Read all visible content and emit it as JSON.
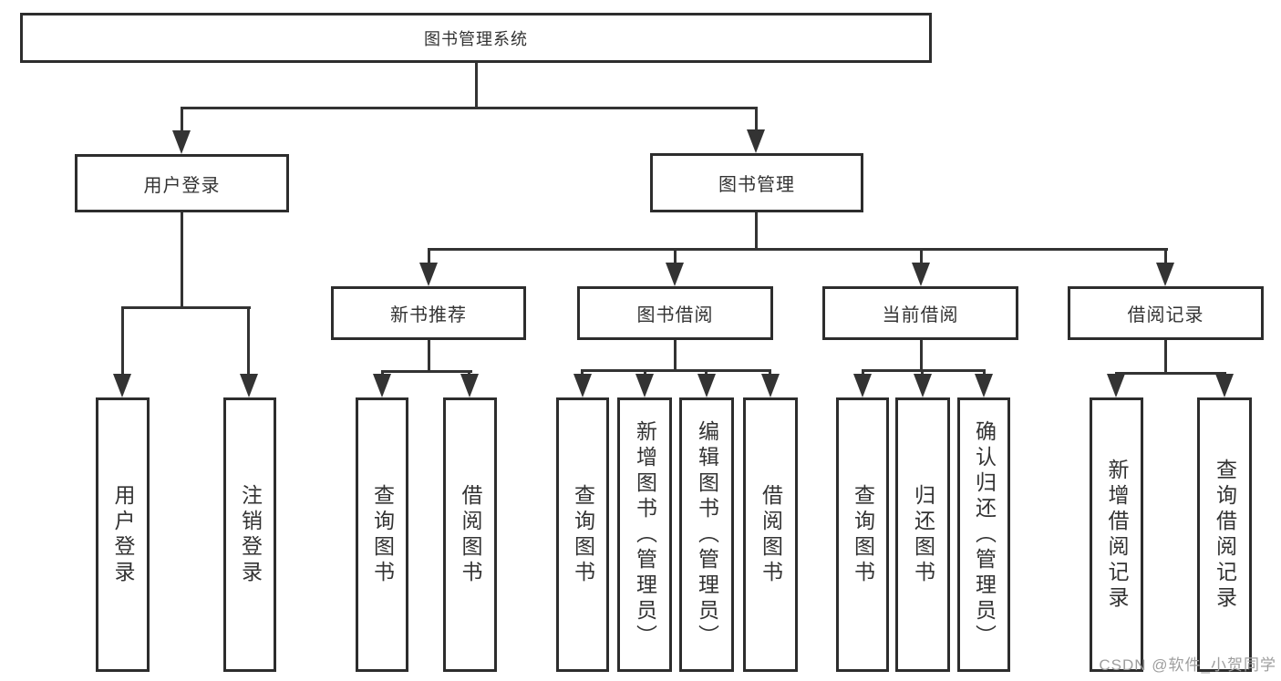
{
  "diagram": {
    "root": {
      "label": "图书管理系统"
    },
    "branches": [
      {
        "label": "用户登录",
        "children": [
          {
            "label": "用户登录"
          },
          {
            "label": "注销登录"
          }
        ]
      },
      {
        "label": "图书管理",
        "sections": [
          {
            "label": "新书推荐",
            "children": [
              {
                "label": "查询图书"
              },
              {
                "label": "借阅图书"
              }
            ]
          },
          {
            "label": "图书借阅",
            "children": [
              {
                "label": "查询图书"
              },
              {
                "label": "新增图书（管理员）"
              },
              {
                "label": "编辑图书（管理员）"
              },
              {
                "label": "借阅图书"
              }
            ]
          },
          {
            "label": "当前借阅",
            "children": [
              {
                "label": "查询图书"
              },
              {
                "label": "归还图书"
              },
              {
                "label": "确认归还（管理员）"
              }
            ]
          },
          {
            "label": "借阅记录",
            "children": [
              {
                "label": "新增借阅记录"
              },
              {
                "label": "查询借阅记录"
              }
            ]
          }
        ]
      }
    ]
  },
  "watermark": {
    "text": "CSDN @软件_小贺同学"
  },
  "colors": {
    "line": "#333333",
    "box_border": "#2d2d2d",
    "text": "#333333",
    "watermark": "#9e9e9e",
    "background": "#ffffff"
  }
}
